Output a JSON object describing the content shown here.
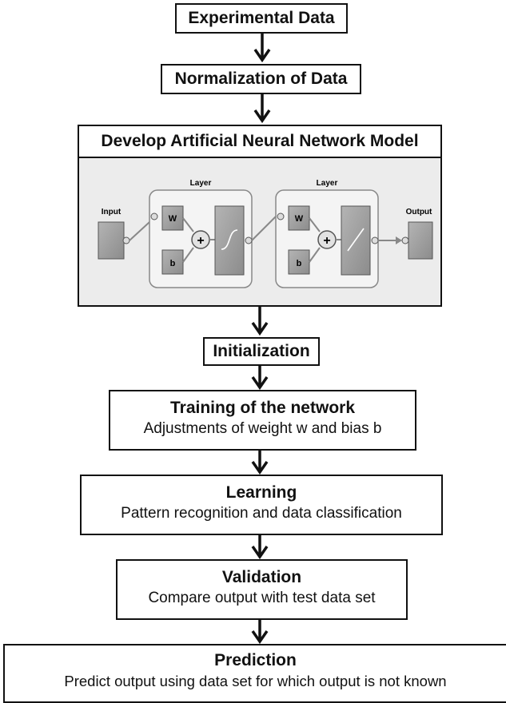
{
  "steps": {
    "experimental": {
      "title": "Experimental Data"
    },
    "normalization": {
      "title": "Normalization of Data"
    },
    "develop": {
      "title": "Develop Artificial Neural Network Model"
    },
    "initialization": {
      "title": "Initialization"
    },
    "training": {
      "title": "Training of the network",
      "desc": "Adjustments of weight w and bias b"
    },
    "learning": {
      "title": "Learning",
      "desc": "Pattern recognition and data classification"
    },
    "validation": {
      "title": "Validation",
      "desc": "Compare output with test data set"
    },
    "prediction": {
      "title": "Prediction",
      "desc": "Predict output using data set for which output is not known"
    }
  },
  "network": {
    "input_label": "Input",
    "output_label": "Output",
    "layer1": {
      "label": "Layer",
      "weight": "W",
      "bias": "b",
      "sum": "+"
    },
    "layer2": {
      "label": "Layer",
      "weight": "W",
      "bias": "b",
      "sum": "+"
    }
  },
  "colors": {
    "border": "#111111",
    "panel_bg": "#ececec",
    "block_fill": "#9a9a9a",
    "layer_bg": "#f4f4f4"
  }
}
